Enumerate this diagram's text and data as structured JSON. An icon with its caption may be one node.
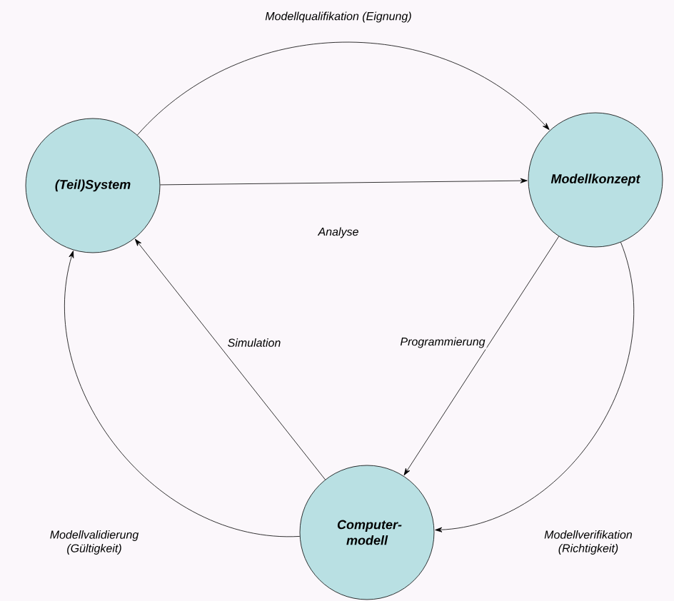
{
  "diagram": {
    "nodes": [
      {
        "text": [
          "(Teil)System"
        ]
      },
      {
        "text": [
          "Modellkonzept"
        ]
      },
      {
        "text": [
          "Computer- modell"
        ]
      }
    ],
    "edges": [
      {
        "from": 0,
        "to": 1,
        "arrow": "to",
        "label": "Analyse"
      },
      {
        "from": 0,
        "to": 1,
        "arrow": "to",
        "label": "Modellqualifikation (Eignung)"
      },
      {
        "from": 1,
        "to": 2,
        "arrow": "to",
        "label": "Programmierung"
      },
      {
        "from": 1,
        "to": 2,
        "arrow": "to",
        "label": "Modellverifikation (Richtigkeit)"
      },
      {
        "from": 2,
        "to": 0,
        "arrow": "to",
        "label": "Simulation"
      },
      {
        "from": 2,
        "to": 0,
        "arrow": "to",
        "label": "Modellvalidierung (Gültigkeit)"
      }
    ]
  }
}
